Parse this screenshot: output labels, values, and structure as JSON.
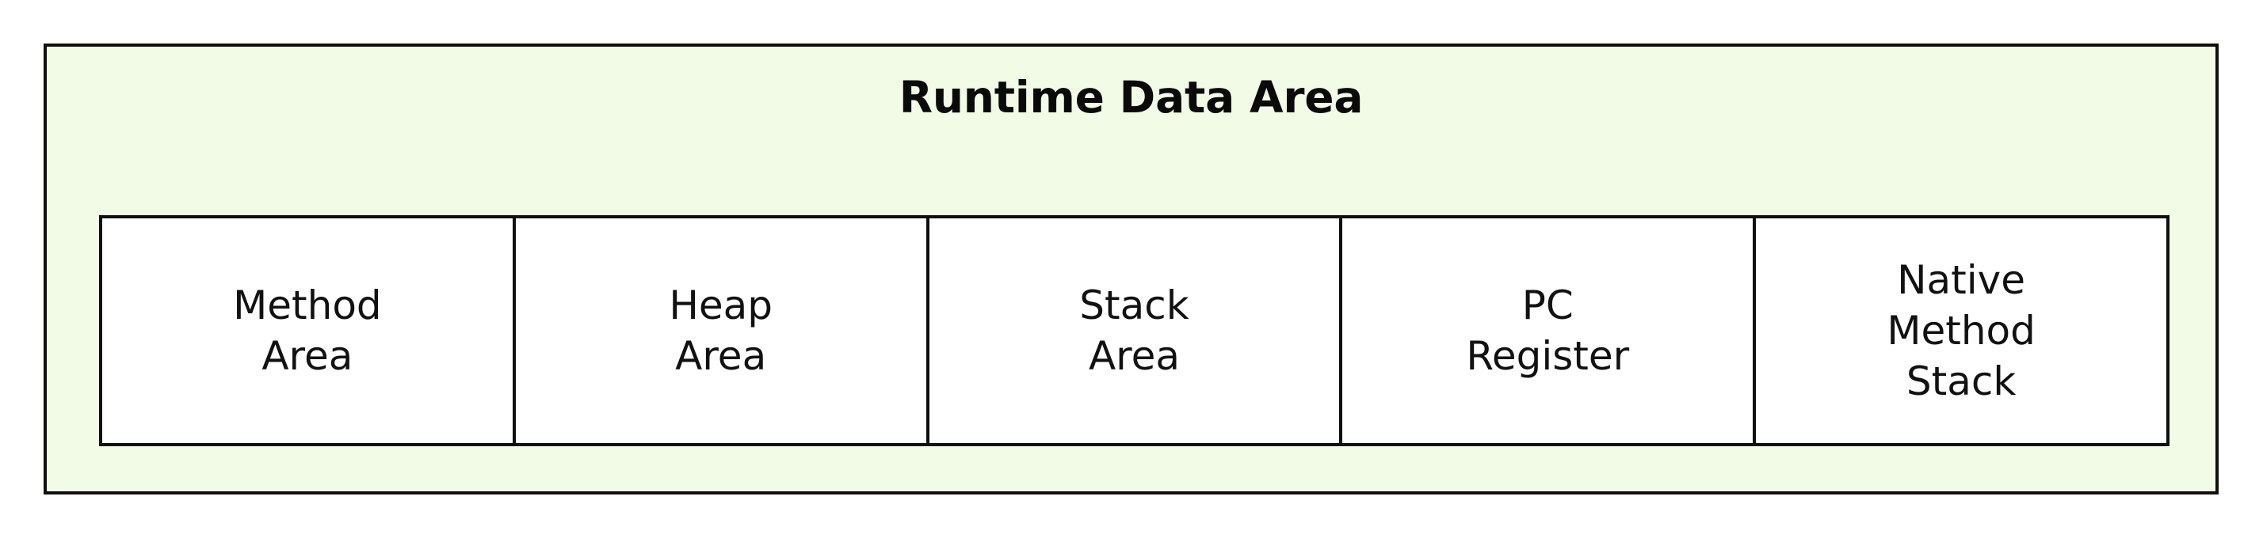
{
  "diagram": {
    "title": "Runtime Data Area",
    "background_color": "#f2fbe6",
    "border_color": "#0f0f0f",
    "cell_background_color": "#ffffff",
    "text_color": "#111111",
    "areas": [
      {
        "label": "Method\nArea",
        "name": "method-area"
      },
      {
        "label": "Heap\nArea",
        "name": "heap-area"
      },
      {
        "label": "Stack\nArea",
        "name": "stack-area"
      },
      {
        "label": "PC\nRegister",
        "name": "pc-register"
      },
      {
        "label": "Native\nMethod\nStack",
        "name": "native-method-stack"
      }
    ]
  }
}
